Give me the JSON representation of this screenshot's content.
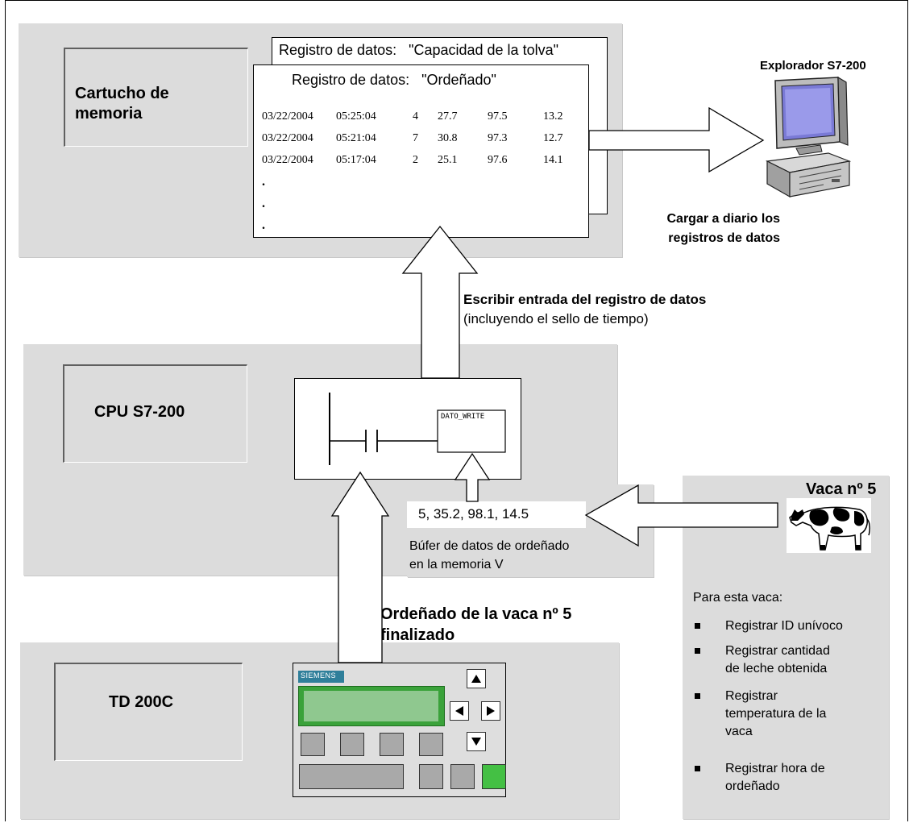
{
  "memory_panel": {
    "title": "Cartucho de memoria",
    "log_back_title": "Registro de datos:   \"Capacidad de la tolva\"",
    "log_front_title": "Registro de datos:   \"Ordeñado\"",
    "rows": [
      [
        "03/22/2004",
        "05:25:04",
        "4",
        "27.7",
        "97.5",
        "13.2"
      ],
      [
        "03/22/2004",
        "05:21:04",
        "7",
        "30.8",
        "97.3",
        "12.7"
      ],
      [
        "03/22/2004",
        "05:17:04",
        "2",
        "25.1",
        "97.6",
        "14.1"
      ]
    ],
    "ellipsis": [
      ".",
      ".",
      "."
    ]
  },
  "explorer": {
    "title": "Explorador S7-200",
    "upload_line1": "Cargar a diario los",
    "upload_line2": "registros de datos"
  },
  "write_entry": {
    "title": "Escribir entrada del registro de datos",
    "subtitle": "(incluyendo el sello de tiempo)"
  },
  "cpu_panel": {
    "title": "CPU S7-200",
    "instruction": "DATO_WRITE",
    "buffer_values": "5, 35.2, 98.1, 14.5",
    "buffer_line1": "Búfer de datos de ordeñado",
    "buffer_line2": "en la memoria V"
  },
  "cow_panel": {
    "title": "Vaca nº 5",
    "intro": "Para esta vaca:",
    "items": [
      [
        "Registrar ID unívoco"
      ],
      [
        "Registrar cantidad",
        "de leche obtenida"
      ],
      [
        "Registrar",
        "temperatura de la",
        "vaca"
      ],
      [
        "Registrar hora de",
        "ordeñado"
      ]
    ]
  },
  "milking_done": {
    "line1": "Ordeñado de la vaca nº 5",
    "line2": "finalizado"
  },
  "td_panel": {
    "title": "TD 200C",
    "brand": "SIEMENS"
  },
  "colors": {
    "panel": "#dcdcdc",
    "lcd": "#8fc88f",
    "lcd_frame": "#3aa23a",
    "green_key": "#44c044",
    "brand_badge": "#2f7f9a"
  }
}
